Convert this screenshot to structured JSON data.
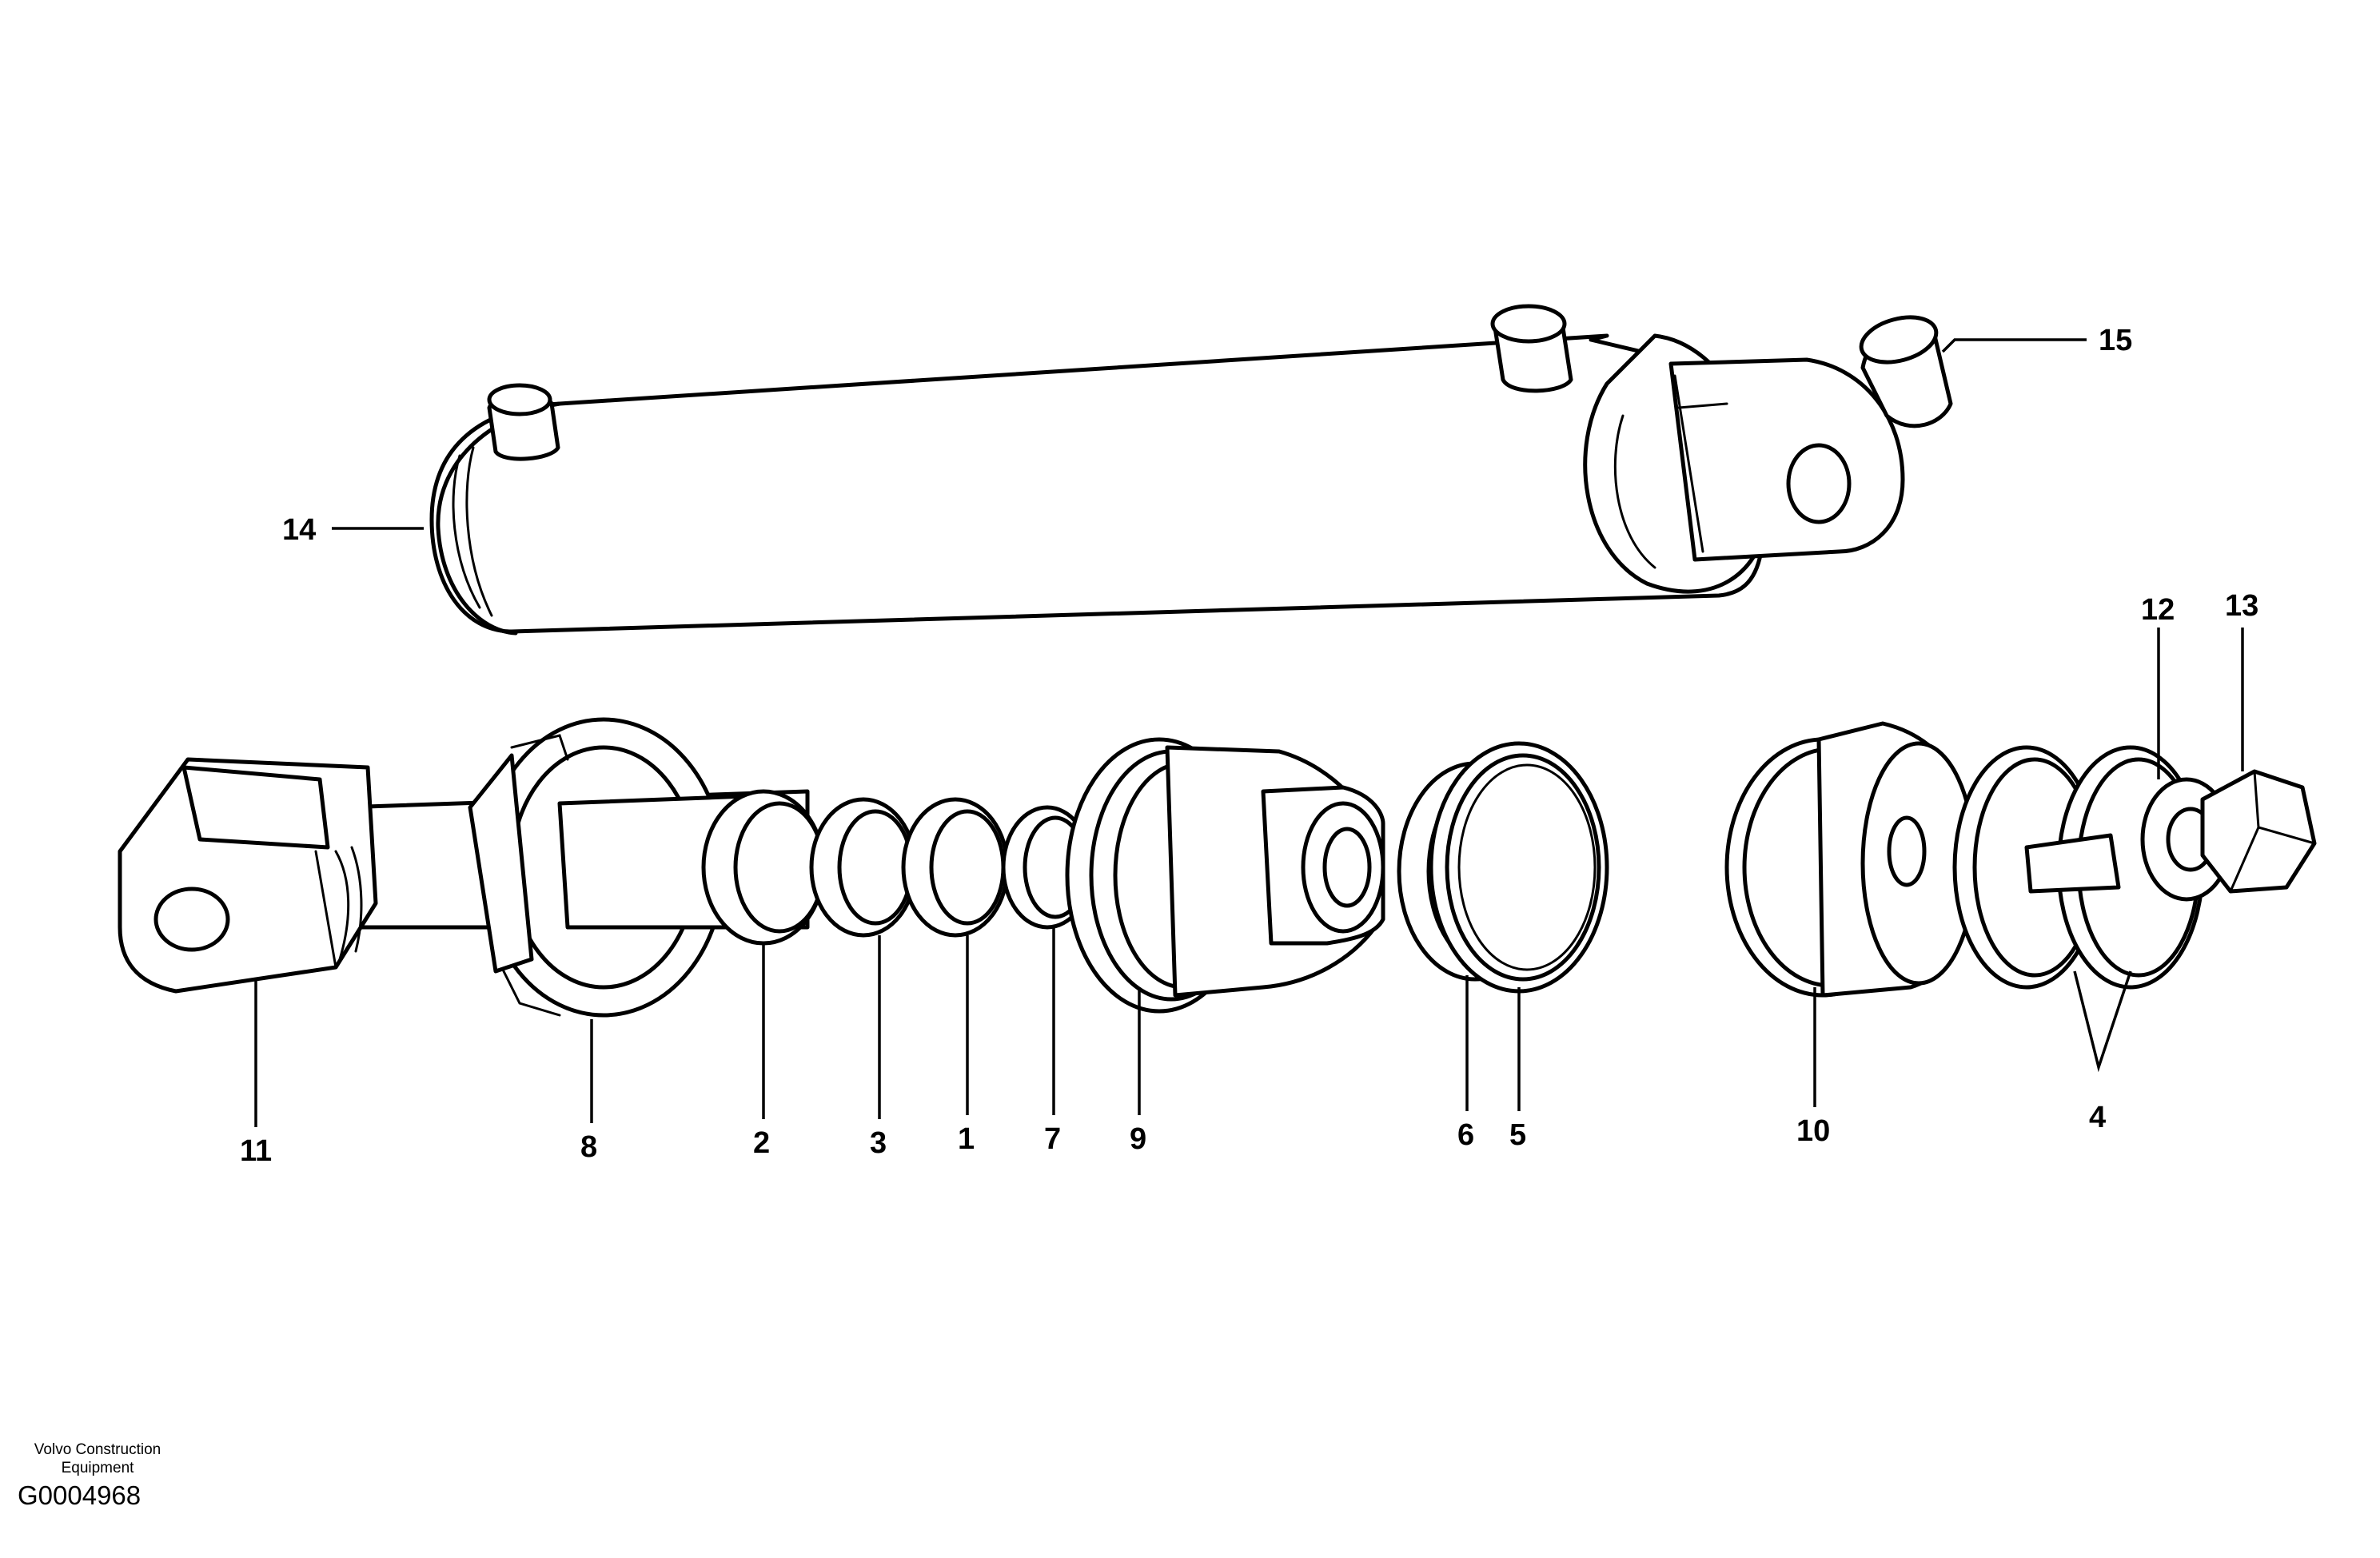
{
  "callouts": [
    {
      "id": "c1",
      "label": "1"
    },
    {
      "id": "c2",
      "label": "2"
    },
    {
      "id": "c3",
      "label": "3"
    },
    {
      "id": "c4",
      "label": "4"
    },
    {
      "id": "c5",
      "label": "5"
    },
    {
      "id": "c6",
      "label": "6"
    },
    {
      "id": "c7",
      "label": "7"
    },
    {
      "id": "c8",
      "label": "8"
    },
    {
      "id": "c9",
      "label": "9"
    },
    {
      "id": "c10",
      "label": "10"
    },
    {
      "id": "c11",
      "label": "11"
    },
    {
      "id": "c12",
      "label": "12"
    },
    {
      "id": "c13",
      "label": "13"
    },
    {
      "id": "c14",
      "label": "14"
    },
    {
      "id": "c15",
      "label": "15"
    }
  ],
  "footer": {
    "credit_line1": "Volvo Construction",
    "credit_line2": "Equipment",
    "document_id": "G0004968"
  },
  "colors": {
    "ink": "#000000",
    "paper": "#ffffff"
  }
}
